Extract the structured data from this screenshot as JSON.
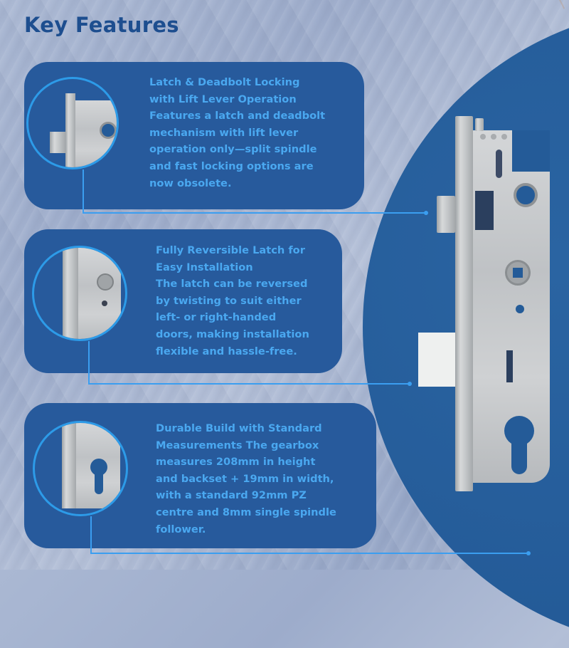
{
  "page": {
    "title": "Key Features"
  },
  "features": [
    {
      "text": "Latch & Deadbolt Locking\nwith Lift Lever Operation\nFeatures a latch and deadbolt\nmechanism with lift lever\noperation only—split spindle\nand fast locking options are\nnow obsolete.",
      "image": "latch-deadbolt-closeup"
    },
    {
      "text": "Fully Reversible Latch for\nEasy Installation\n The latch can be reversed\nby twisting to suit either\nleft- or right-handed\ndoors, making installation\nflexible and hassle-free.",
      "image": "reversible-latch-closeup"
    },
    {
      "text": "Durable Build with Standard\nMeasurements The gearbox\nmeasures 208mm in height\nand backset + 19mm in width,\nwith a standard 92mm PZ\ncentre and 8mm single spindle\nfollower.",
      "image": "euro-cylinder-closeup"
    }
  ],
  "colors": {
    "title": "#1d4e8f",
    "card_bg": "#275a9c",
    "card_text": "#4aa8f0",
    "accent_line": "#3b9ef0",
    "circle_bg": "#245b98"
  }
}
